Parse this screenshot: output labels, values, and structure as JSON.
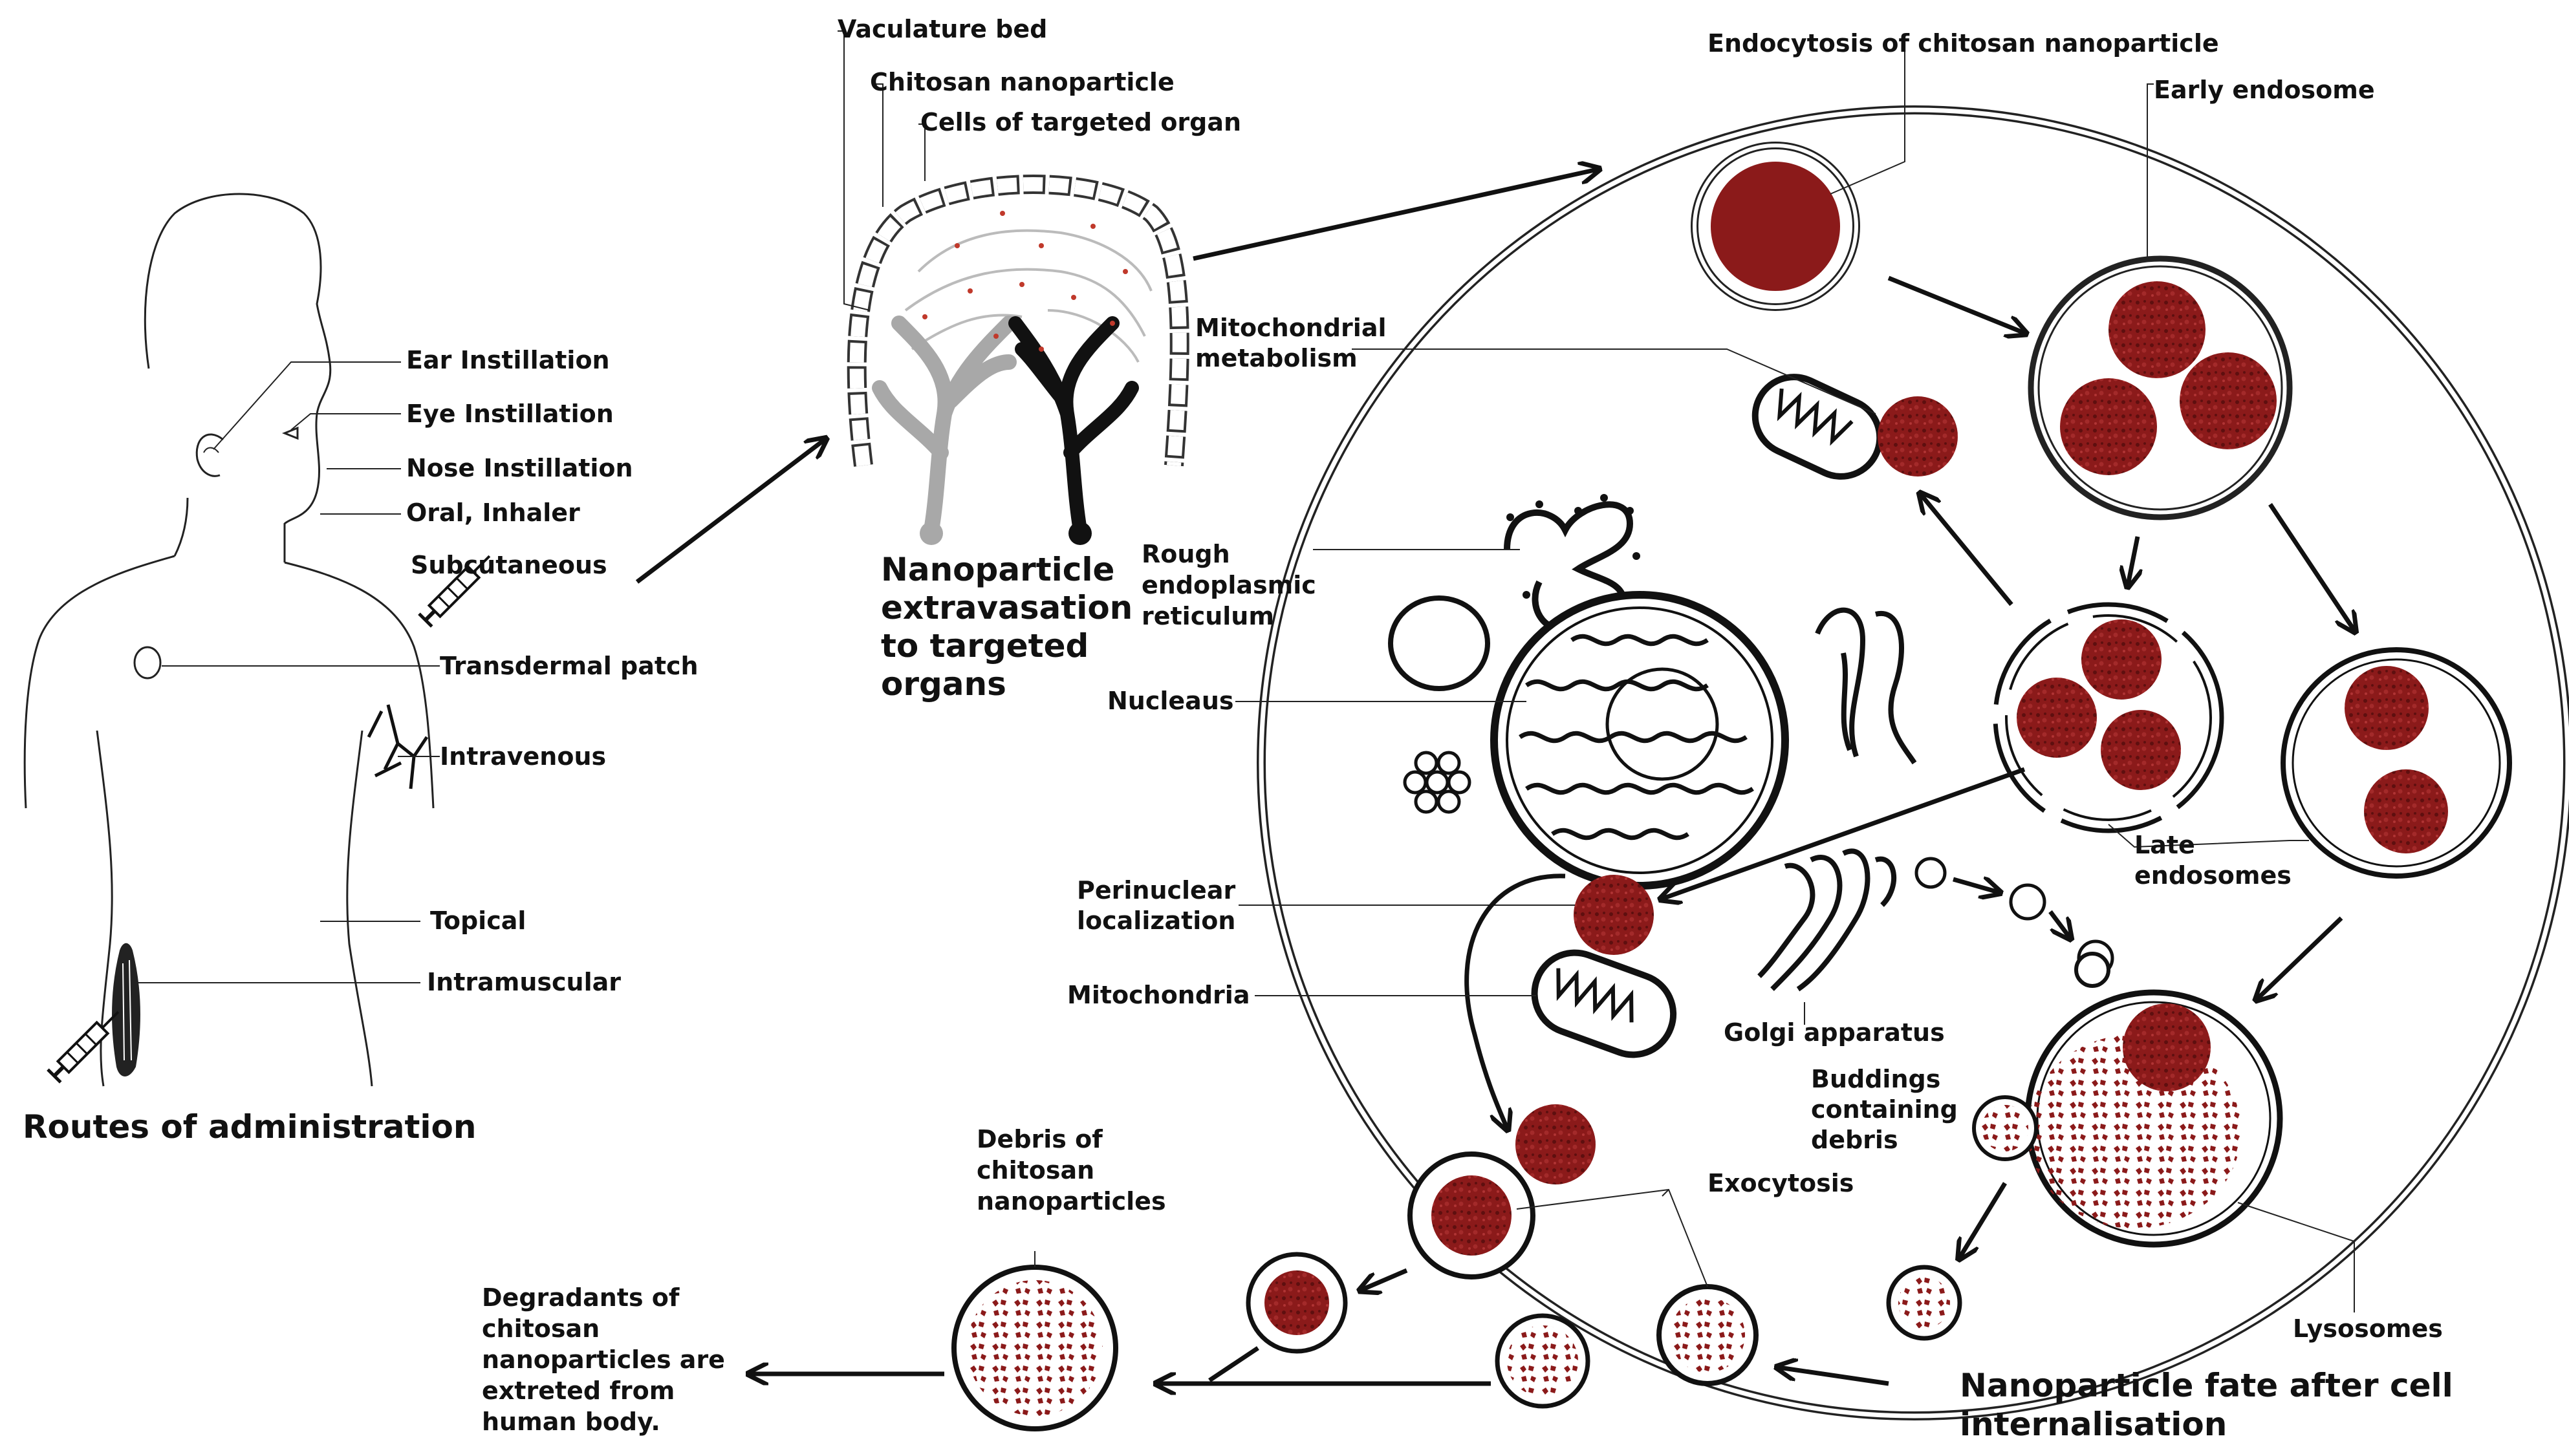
{
  "colors": {
    "nanoparticle": "#8b1a1a",
    "nanoparticle_dark": "#5e0f0f",
    "vessel_gray": "#a8a8a8",
    "vessel_black": "#111111",
    "line": "#222222"
  },
  "routes": {
    "title": "Routes of administration",
    "ear": "Ear Instillation",
    "eye": "Eye Instillation",
    "nose": "Nose Instillation",
    "oral": "Oral, Inhaler",
    "subcutaneous": "Subcutaneous",
    "transdermal": "Transdermal patch",
    "intravenous": "Intravenous",
    "topical": "Topical",
    "intramuscular": "Intramuscular"
  },
  "extravasation": {
    "vasculature": "Vaculature bed",
    "chitosan_np": "Chitosan nanoparticle",
    "cells": "Cells of targeted organ",
    "title_lines": [
      "Nanoparticle",
      "extravasation",
      "to targeted",
      "organs"
    ]
  },
  "cell": {
    "endocytosis": "Endocytosis of chitosan nanoparticle",
    "early_endosome": "Early endosome",
    "mito_metabolism": [
      "Mitochondrial",
      "metabolism"
    ],
    "rough_er": [
      "Rough",
      "endoplasmic",
      "reticulum"
    ],
    "nucleus": "Nucleaus",
    "late_endosomes": [
      "Late",
      "endosomes"
    ],
    "perinuclear": [
      "Perinuclear",
      "localization"
    ],
    "mitochondria": "Mitochondria",
    "golgi": "Golgi apparatus",
    "buddings": [
      "Buddings",
      "containing",
      "debris"
    ],
    "exocytosis": "Exocytosis",
    "lysosomes": "Lysosomes",
    "fate_title": [
      "Nanoparticle fate after cell",
      "internalisation"
    ]
  },
  "excretion": {
    "debris": [
      "Debris of",
      "chitosan",
      "nanoparticles"
    ],
    "degradants": [
      "Degradants of",
      "chitosan",
      "nanoparticles are",
      "extreted from",
      "human body."
    ]
  }
}
